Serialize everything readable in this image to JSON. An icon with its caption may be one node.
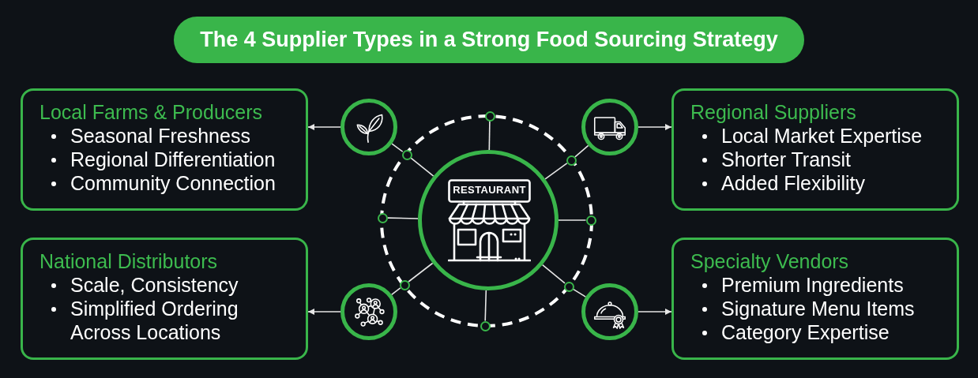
{
  "diagram": {
    "title": "The 4 Supplier Types in a Strong Food Sourcing Strategy",
    "nodes": [
      {
        "text": [
          "Local Farms & Producers",
          "Seasonal Freshness",
          "Regional Differentiation",
          "Community Connection"
        ]
      },
      {
        "text": [],
        "shape": "circle"
      },
      {
        "text": [],
        "shape": "circle"
      },
      {
        "text": [],
        "shape": "circle"
      },
      {
        "text": [
          "Regional Suppliers",
          "Local Market Expertise",
          "Shorter Transit",
          "Added Flexibility"
        ]
      },
      {
        "text": [],
        "shape": "circle"
      },
      {
        "text": [],
        "shape": "circle"
      },
      {
        "text": [],
        "shape": "circle"
      },
      {
        "text": [
          "RESTAURANT"
        ]
      },
      {
        "text": [],
        "shape": "circle"
      },
      {
        "text": [],
        "shape": "circle"
      },
      {
        "text": [],
        "shape": "circle"
      },
      {
        "text": [
          "National Distributors",
          "Scale, Consistency",
          "Simplified Ordering Across Locations"
        ]
      },
      {
        "text": [],
        "shape": "circle"
      },
      {
        "text": [],
        "shape": "circle"
      },
      {
        "text": [],
        "shape": "circle"
      },
      {
        "text": [
          "Specialty Vendors",
          "Premium Ingredients",
          "Signature Menu Items",
          "Category Expertise"
        ]
      }
    ],
    "edges": [
      {
        "from": 8,
        "to": 2,
        "arrow": "none"
      },
      {
        "from": 8,
        "to": 5,
        "arrow": "none"
      },
      {
        "from": 8,
        "to": 6,
        "arrow": "none"
      },
      {
        "from": 8,
        "to": 7,
        "arrow": "none"
      },
      {
        "from": 8,
        "to": 9,
        "arrow": "none"
      },
      {
        "from": 8,
        "to": 10,
        "arrow": "none"
      },
      {
        "from": 8,
        "to": 11,
        "arrow": "none"
      },
      {
        "from": 8,
        "to": 14,
        "arrow": "none"
      },
      {
        "from": 5,
        "to": 1,
        "arrow": "none"
      },
      {
        "from": 6,
        "to": 3,
        "arrow": "none"
      },
      {
        "from": 10,
        "to": 13,
        "arrow": "none"
      },
      {
        "from": 11,
        "to": 15,
        "arrow": "none"
      },
      {
        "from": 1,
        "to": 0,
        "arrow": "to"
      },
      {
        "from": 3,
        "to": 4,
        "arrow": "to"
      },
      {
        "from": 13,
        "to": 12,
        "arrow": "to"
      },
      {
        "from": 15,
        "to": 16,
        "arrow": "to"
      }
    ]
  }
}
